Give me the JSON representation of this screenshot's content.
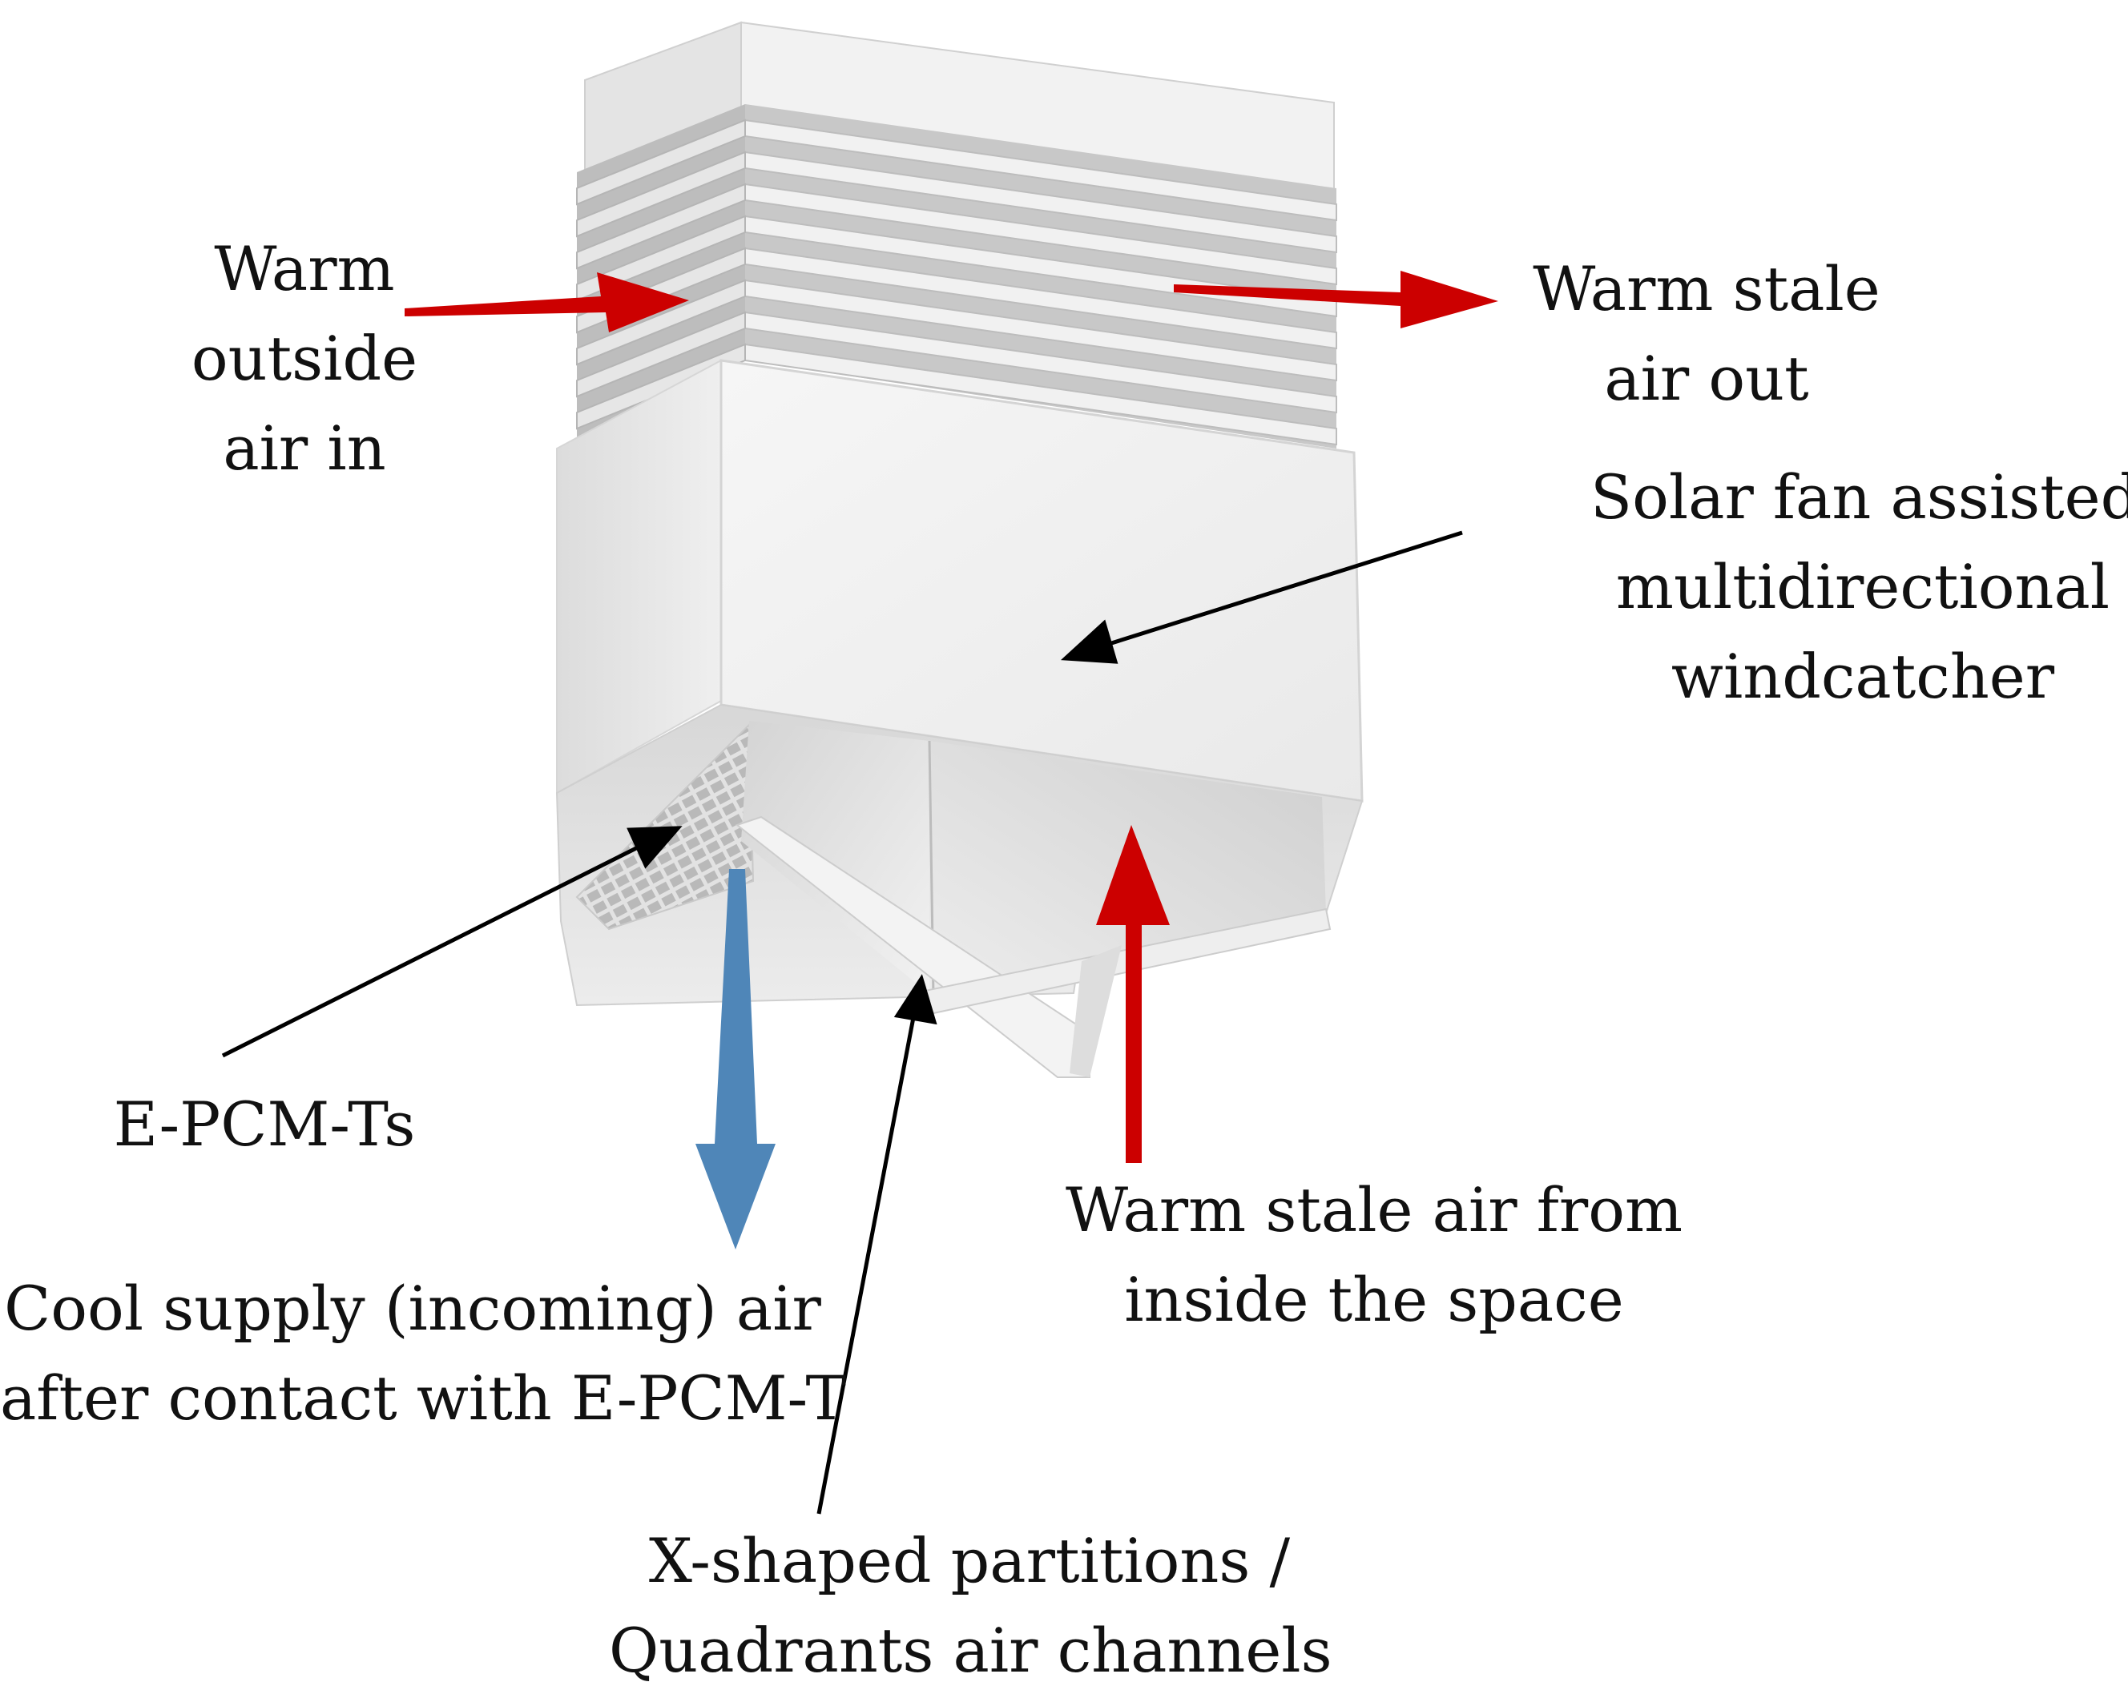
{
  "colors": {
    "warm_arrow": "#cc0000",
    "cool_arrow": "#4f86b8",
    "pointer_line": "#000000",
    "unit_face_light": "#f4f4f4",
    "unit_face_shadow": "#d8d8d8",
    "louver_dark": "#a9a9a9"
  },
  "icons": {
    "warm_in": "right-arrow-icon",
    "warm_out": "right-arrow-icon",
    "cool_supply": "down-arrow-icon",
    "warm_from_space": "up-arrow-icon"
  },
  "labels": {
    "warm_outside_air_in": {
      "line1": "Warm",
      "line2": "outside",
      "line3": "air in"
    },
    "warm_stale_air_out": {
      "line1": "Warm stale",
      "line2": "air out"
    },
    "windcatcher": {
      "line1": "Solar fan assisted",
      "line2": "multidirectional",
      "line3": "windcatcher"
    },
    "epcm_ts": {
      "line1": "E-PCM-Ts"
    },
    "warm_stale_from_space": {
      "line1": "Warm stale air from",
      "line2": "inside the space"
    },
    "cool_supply_air": {
      "line1": "Cool supply (incoming) air",
      "line2": "after contact with E-PCM-T"
    },
    "x_partitions": {
      "line1": "X-shaped partitions /",
      "line2": "Quadrants air channels"
    }
  }
}
